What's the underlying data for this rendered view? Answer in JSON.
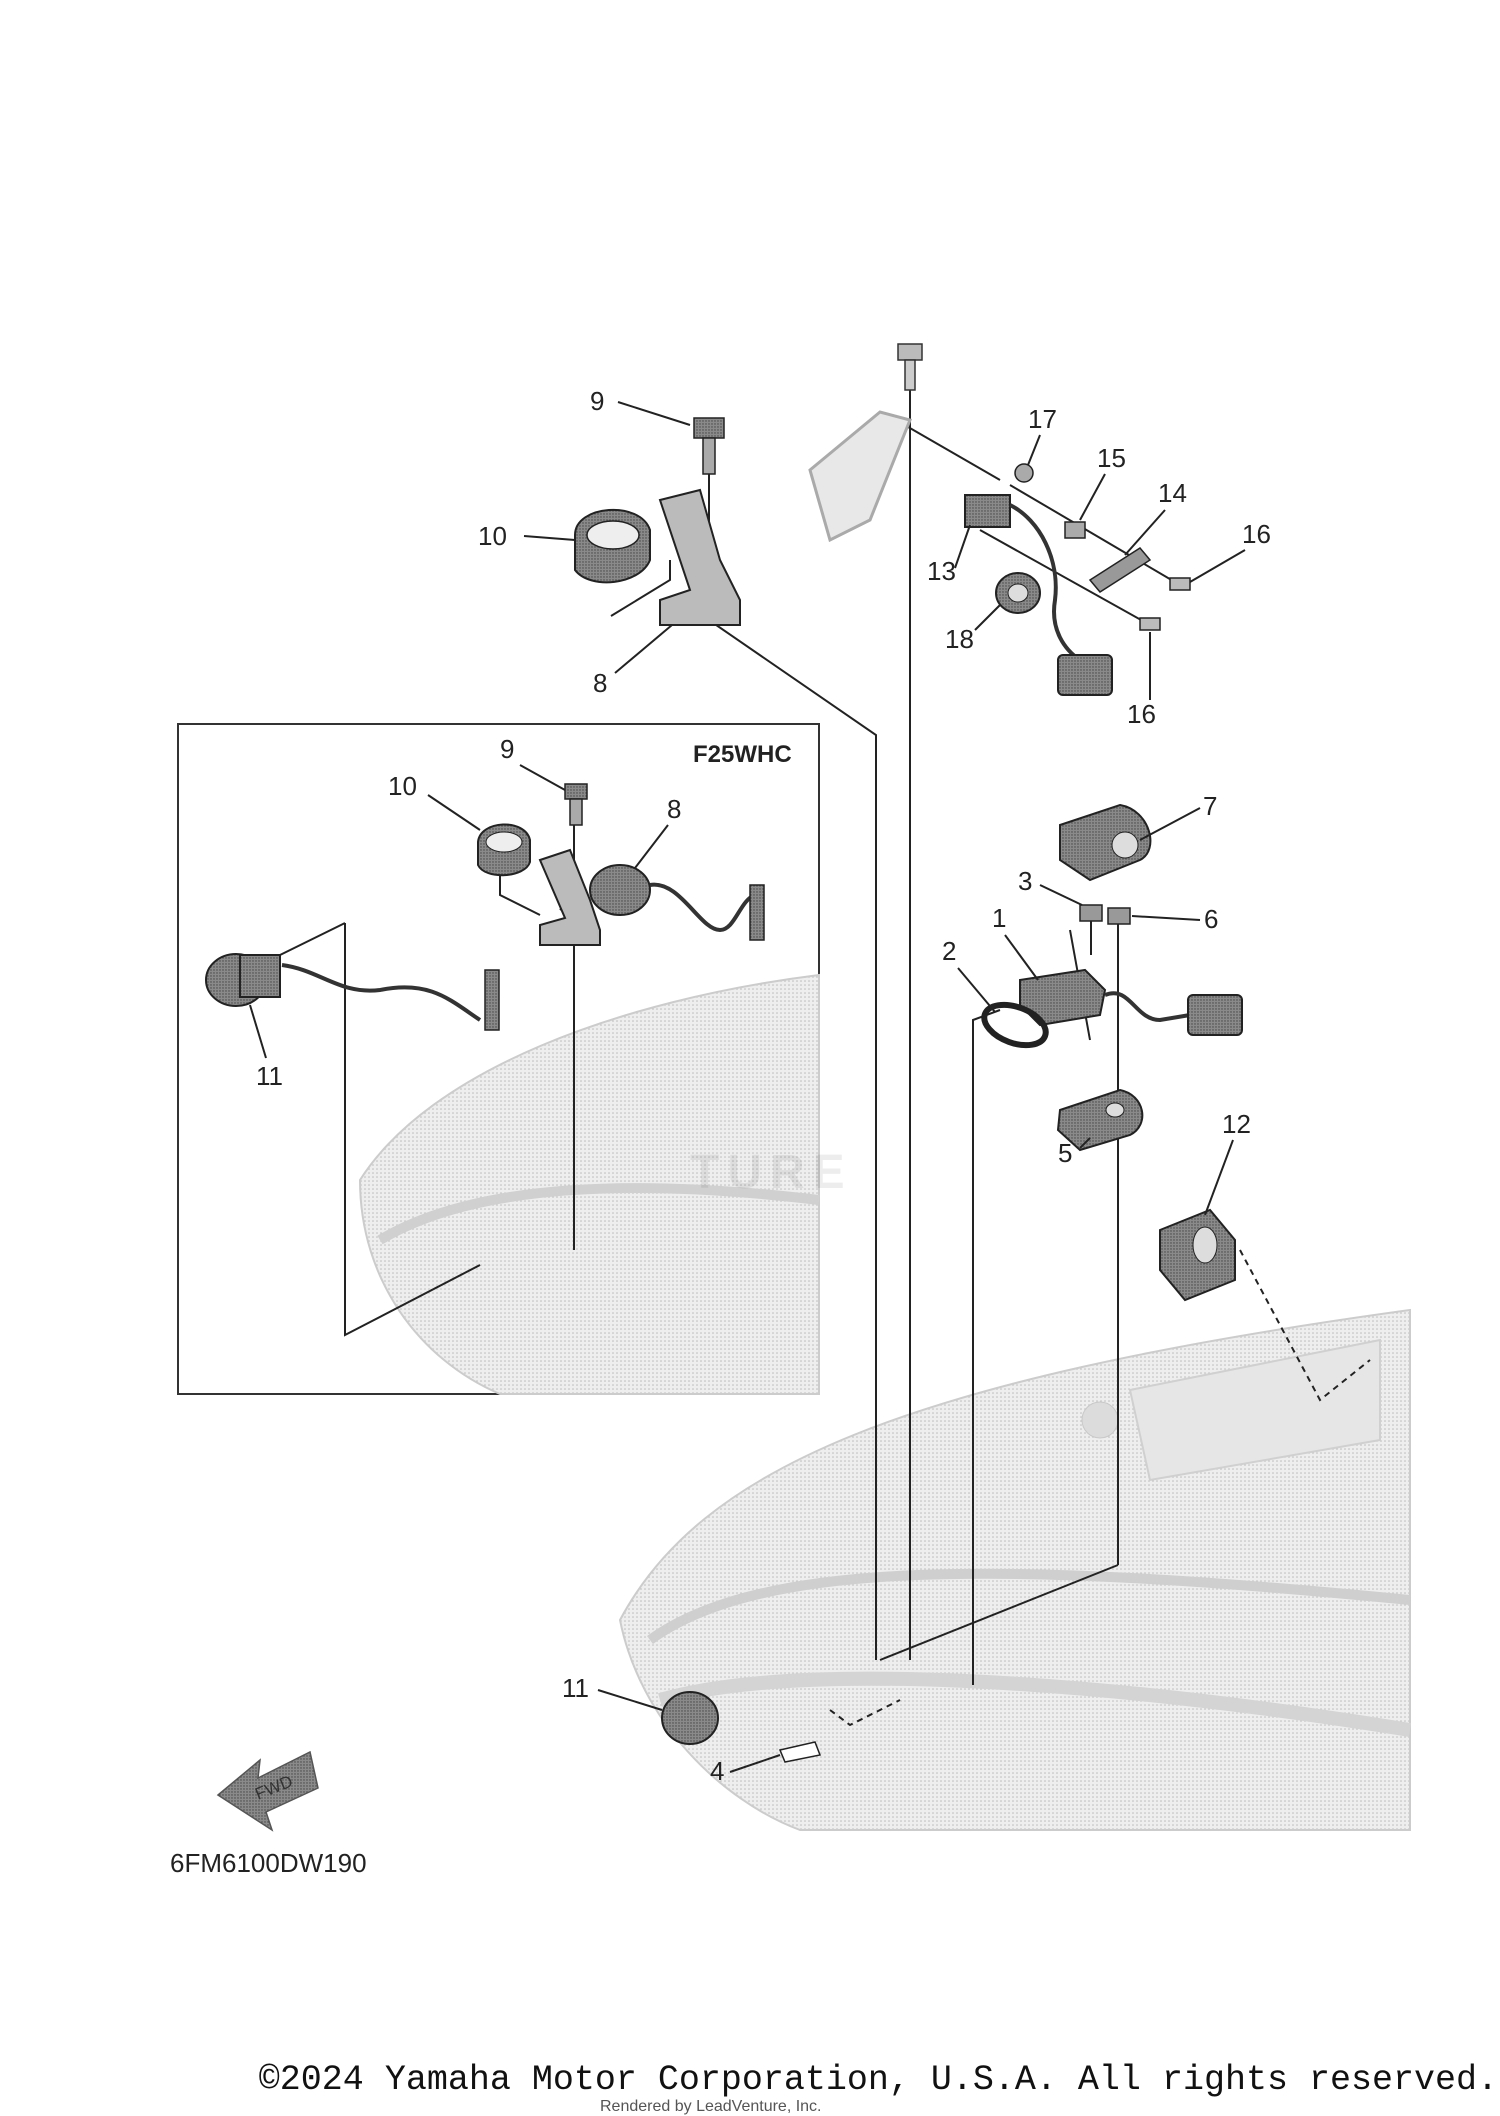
{
  "diagram": {
    "inset_title": "F25WHC",
    "drawing_code": "6FM6100DW190",
    "fwd_label": "FWD",
    "watermark": "TURE",
    "callouts": {
      "c1": "1",
      "c2": "2",
      "c3": "3",
      "c4": "4",
      "c5": "5",
      "c6": "6",
      "c7": "7",
      "c8": "8",
      "c9": "9",
      "c10": "10",
      "c11": "11",
      "c12": "12",
      "c13": "13",
      "c14": "14",
      "c15": "15",
      "c16": "16",
      "c17": "17",
      "c18": "18"
    }
  },
  "footer": {
    "copyright": "©2024 Yamaha Motor Corporation, U.S.A. All rights reserved.",
    "credit": "Rendered by LeadVenture, Inc."
  },
  "colors": {
    "line": "#222222",
    "part_fill": "#9a9a9a",
    "housing_fill": "#dddddd"
  }
}
